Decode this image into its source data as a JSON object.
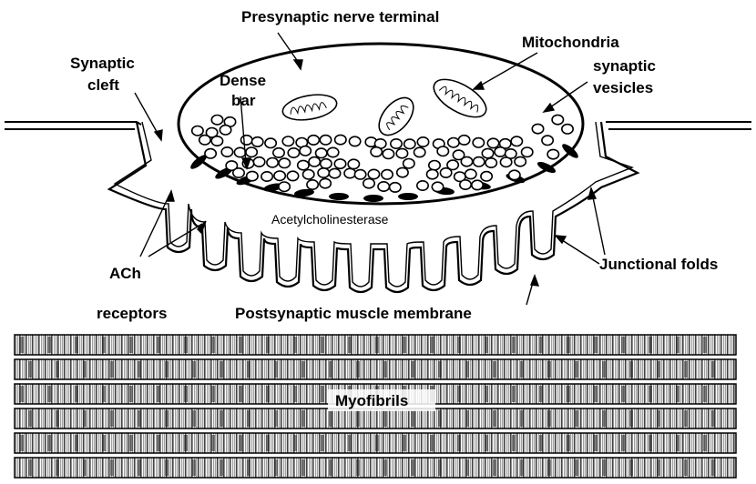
{
  "labels": {
    "presynaptic": "Presynaptic nerve terminal",
    "mitochondria": "Mitochondria",
    "synaptic_cleft_1": "Synaptic",
    "synaptic_cleft_2": "cleft",
    "dense_bar_1": "Dense",
    "dense_bar_2": "bar",
    "synaptic_vesicles_1": "synaptic",
    "synaptic_vesicles_2": "vesicles",
    "acetylcholinesterase": "Acetylcholinesterase",
    "ach_receptors_1": "ACh",
    "ach_receptors_2": "receptors",
    "postsynaptic": "Postsynaptic muscle membrane",
    "junctional_folds": "Junctional folds",
    "myofibrils": "Myofibrils"
  },
  "myofibril_rows": 6,
  "colors": {
    "ink": "#000000",
    "paper": "#ffffff",
    "stripe": "#555555"
  }
}
